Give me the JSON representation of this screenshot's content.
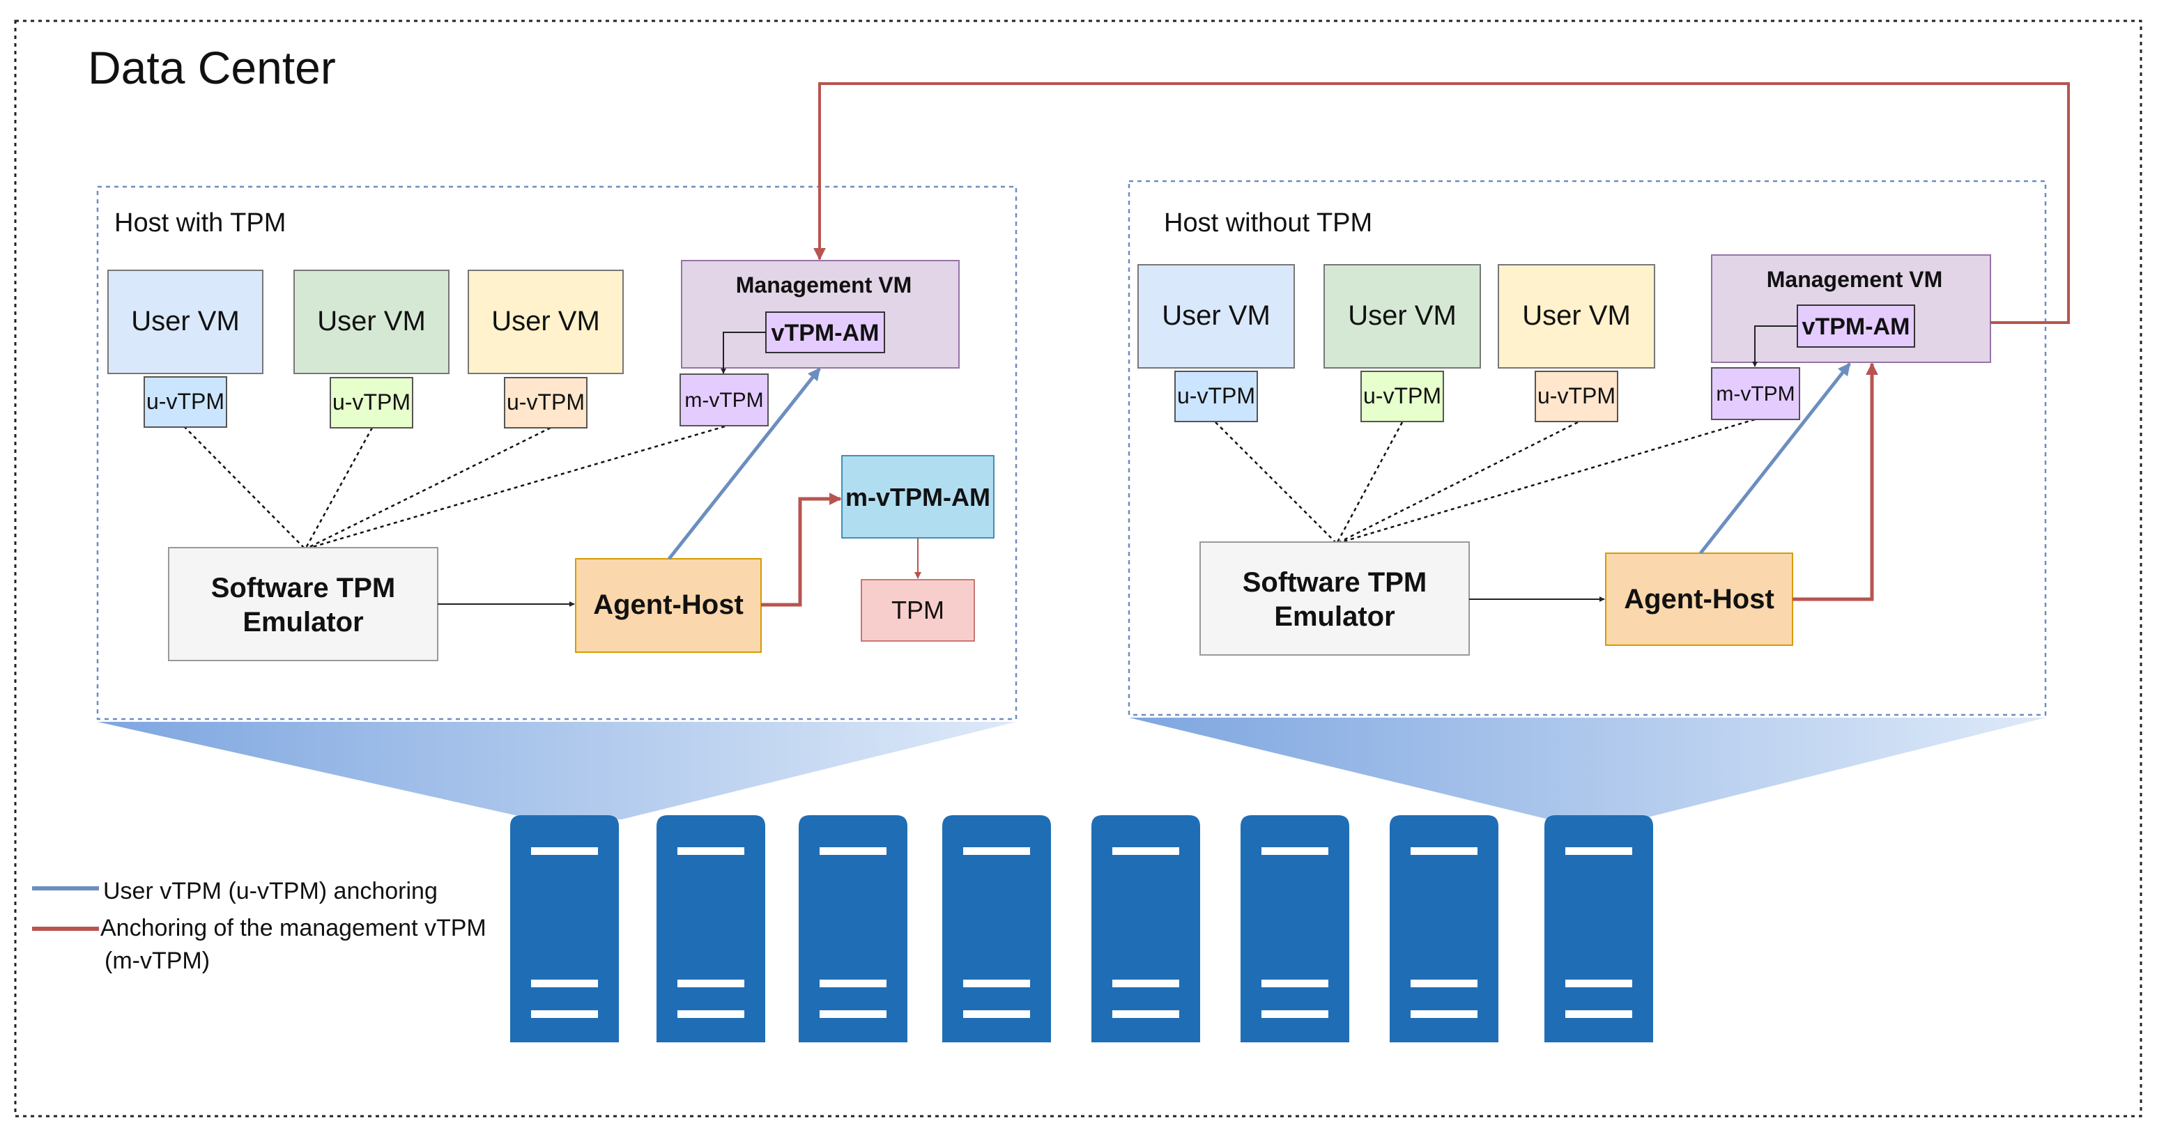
{
  "title": "Data Center",
  "hosts": [
    {
      "title": "Host with TPM",
      "user_vms": [
        {
          "label": "User VM",
          "vtpm": "u-vTPM",
          "fill": "#dae8fc",
          "vtpm_fill": "#cce5ff"
        },
        {
          "label": "User VM",
          "vtpm": "u-vTPM",
          "fill": "#d5e8d4",
          "vtpm_fill": "#e6ffcc"
        },
        {
          "label": "User VM",
          "vtpm": "u-vTPM",
          "fill": "#fff2cc",
          "vtpm_fill": "#ffe6cc"
        }
      ],
      "management_vm": {
        "title": "Management VM",
        "am": "vTPM-AM",
        "mvtpm": "m-vTPM"
      },
      "emulator": [
        "Software TPM",
        "Emulator"
      ],
      "agent": "Agent-Host",
      "mvtpm_am": "m-vTPM-AM",
      "tpm": "TPM"
    },
    {
      "title": "Host without TPM",
      "user_vms": [
        {
          "label": "User VM",
          "vtpm": "u-vTPM",
          "fill": "#dae8fc",
          "vtpm_fill": "#cce5ff"
        },
        {
          "label": "User VM",
          "vtpm": "u-vTPM",
          "fill": "#d5e8d4",
          "vtpm_fill": "#e6ffcc"
        },
        {
          "label": "User VM",
          "vtpm": "u-vTPM",
          "fill": "#fff2cc",
          "vtpm_fill": "#ffe6cc"
        }
      ],
      "management_vm": {
        "title": "Management VM",
        "am": "vTPM-AM",
        "mvtpm": "m-vTPM"
      },
      "emulator": [
        "Software TPM",
        "Emulator"
      ],
      "agent": "Agent-Host"
    }
  ],
  "legend": [
    {
      "lines": [
        "User vTPM (u-vTPM) anchoring"
      ],
      "color": "#6c8ebf"
    },
    {
      "lines": [
        "Anchoring of the management vTPM",
        "(m-vTPM)"
      ],
      "color": "#b85450"
    }
  ],
  "server_rack_count": 8,
  "colors": {
    "server": "#1f6eb5",
    "blue_arrow": "#6c8ebf",
    "red_arrow": "#b85450",
    "host_border": "#6c8ebf",
    "management_fill": "#e1d5e7",
    "mvtpm_fill": "#e5ccff",
    "agent_fill": "#fad7ac",
    "agent_border": "#d79b00",
    "mvtpm_am_fill": "#b1ddf0",
    "tpm_fill": "#f8cecc",
    "emulator_fill": "#f5f5f5"
  }
}
